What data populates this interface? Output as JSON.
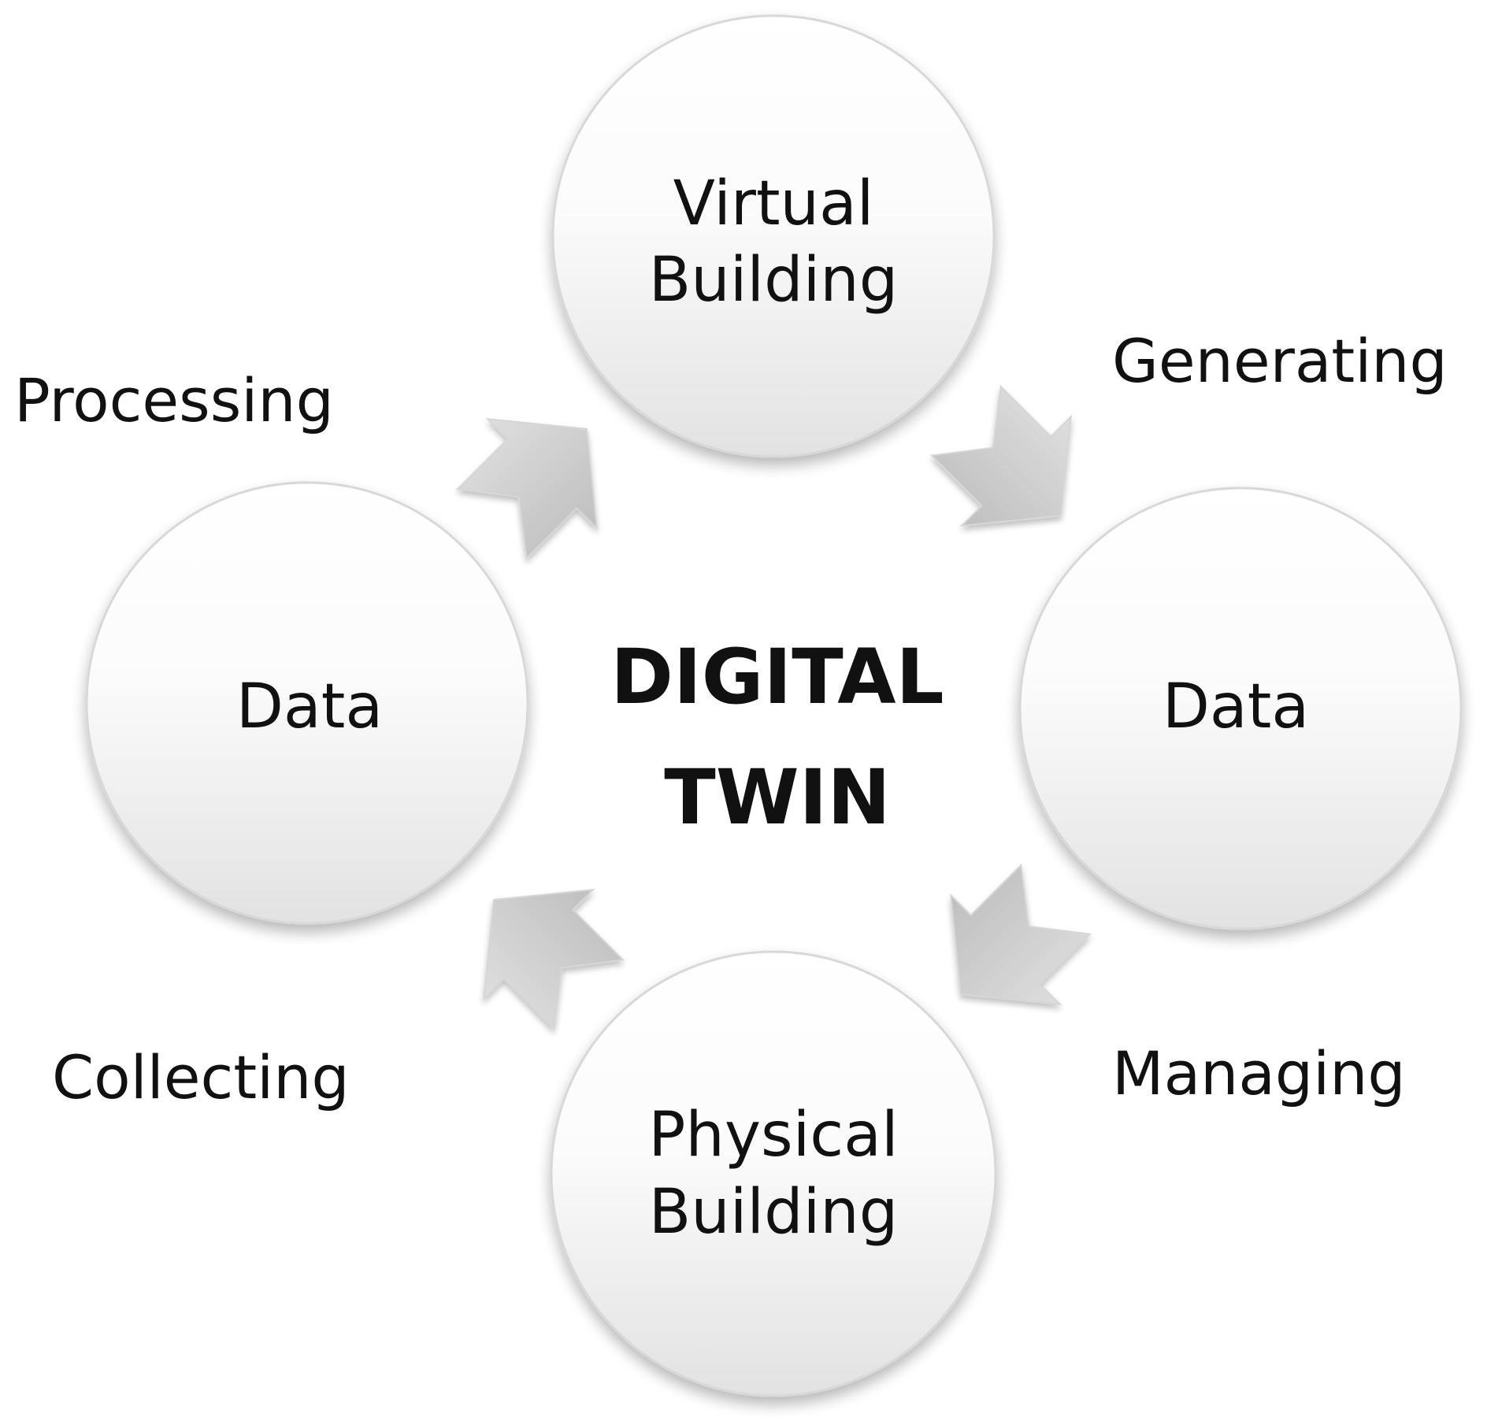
{
  "diagram": {
    "center": {
      "line1": "DIGITAL",
      "line2": "TWIN"
    },
    "nodes": {
      "top": {
        "line1": "Virtual",
        "line2": "Building"
      },
      "right": {
        "line1": "Data"
      },
      "bottom": {
        "line1": "Physical",
        "line2": "Building"
      },
      "left": {
        "line1": "Data"
      }
    },
    "steps": {
      "generating": "Generating",
      "managing": "Managing",
      "collecting": "Collecting",
      "processing": "Processing"
    },
    "colors": {
      "circle_top": "#ffffff",
      "circle_bottom": "#e4e4e4",
      "circle_stroke": "#d4d4d4",
      "arrow_light": "#dcdcdc",
      "arrow_dark": "#bdbdbd",
      "text": "#111111"
    },
    "icons": {
      "cycle_arrow": "chevron-arrow-icon"
    }
  }
}
